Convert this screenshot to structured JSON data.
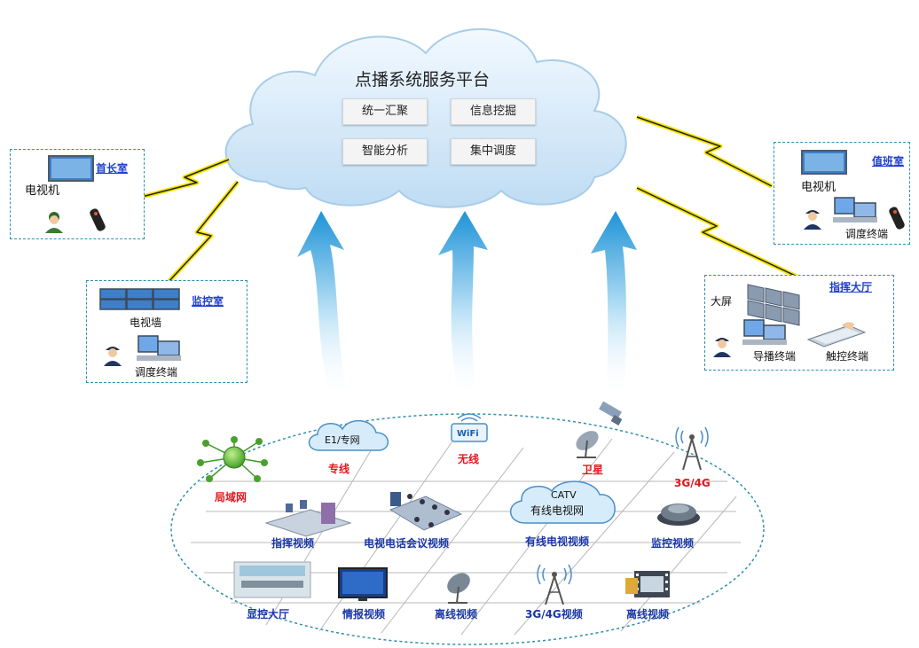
{
  "platform": {
    "title": "点播系统服务平台",
    "functions": [
      "统一汇聚",
      "信息挖掘",
      "智能分析",
      "集中调度"
    ]
  },
  "rooms": {
    "chief": {
      "name": "首长室",
      "tv": "电视机"
    },
    "monitor": {
      "name": "监控室",
      "tv_wall": "电视墙",
      "terminal": "调度终端"
    },
    "duty": {
      "name": "值班室",
      "tv": "电视机",
      "terminal": "调度终端"
    },
    "command": {
      "name": "指挥大厅",
      "screen": "大屏",
      "guide": "导播终端",
      "touch": "触控终端"
    }
  },
  "sources": {
    "e1_cloud": "E1/专网",
    "dedicated": "专线",
    "wifi_badge": "WiFi",
    "wireless": "无线",
    "satellite": "卫星",
    "mobile": "3G/4G",
    "lan": "局域网",
    "catv": "CATV",
    "catv_net": "有线电视网",
    "command_video": "指挥视频",
    "conference_video": "电视电话会议视频",
    "cable_video": "有线电视视频",
    "surveillance_video": "监控视频",
    "display_hall": "显控大厅",
    "intel_video": "情报视频",
    "offline_video_1": "离线视频",
    "mobile_video": "3G/4G视频",
    "offline_video_2": "离线视频"
  },
  "colors": {
    "link_label": "#1f3fd0",
    "source_label": "#e0191e",
    "item_label": "#1a36a8",
    "cloud": "#d6ecfb",
    "dash": "#2d8fb0"
  }
}
